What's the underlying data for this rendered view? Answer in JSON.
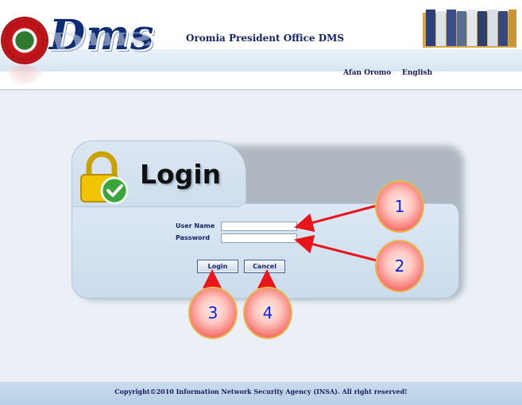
{
  "header": {
    "logo_text": "Dms",
    "site_title": "Oromia President Office DMS",
    "languages": [
      "Afan Oromo",
      "English"
    ]
  },
  "login": {
    "heading": "Login",
    "username_label": "User Name",
    "password_label": "Password",
    "username_value": "",
    "password_value": "",
    "login_button": "Login",
    "cancel_button": "Cancel"
  },
  "callouts": [
    "1",
    "2",
    "3",
    "4"
  ],
  "footer": {
    "copyright": "Copyright©2010 Information Network Security Agency (INSA). All right reserved!"
  },
  "colors": {
    "accent_dark_blue": "#14246b",
    "callout_red": "#e9443f",
    "arrow_red": "#e8161b",
    "footer_blue": "#c9dcee"
  },
  "icons": [
    "emblem-icon",
    "binders-icon",
    "padlock-check-icon"
  ]
}
